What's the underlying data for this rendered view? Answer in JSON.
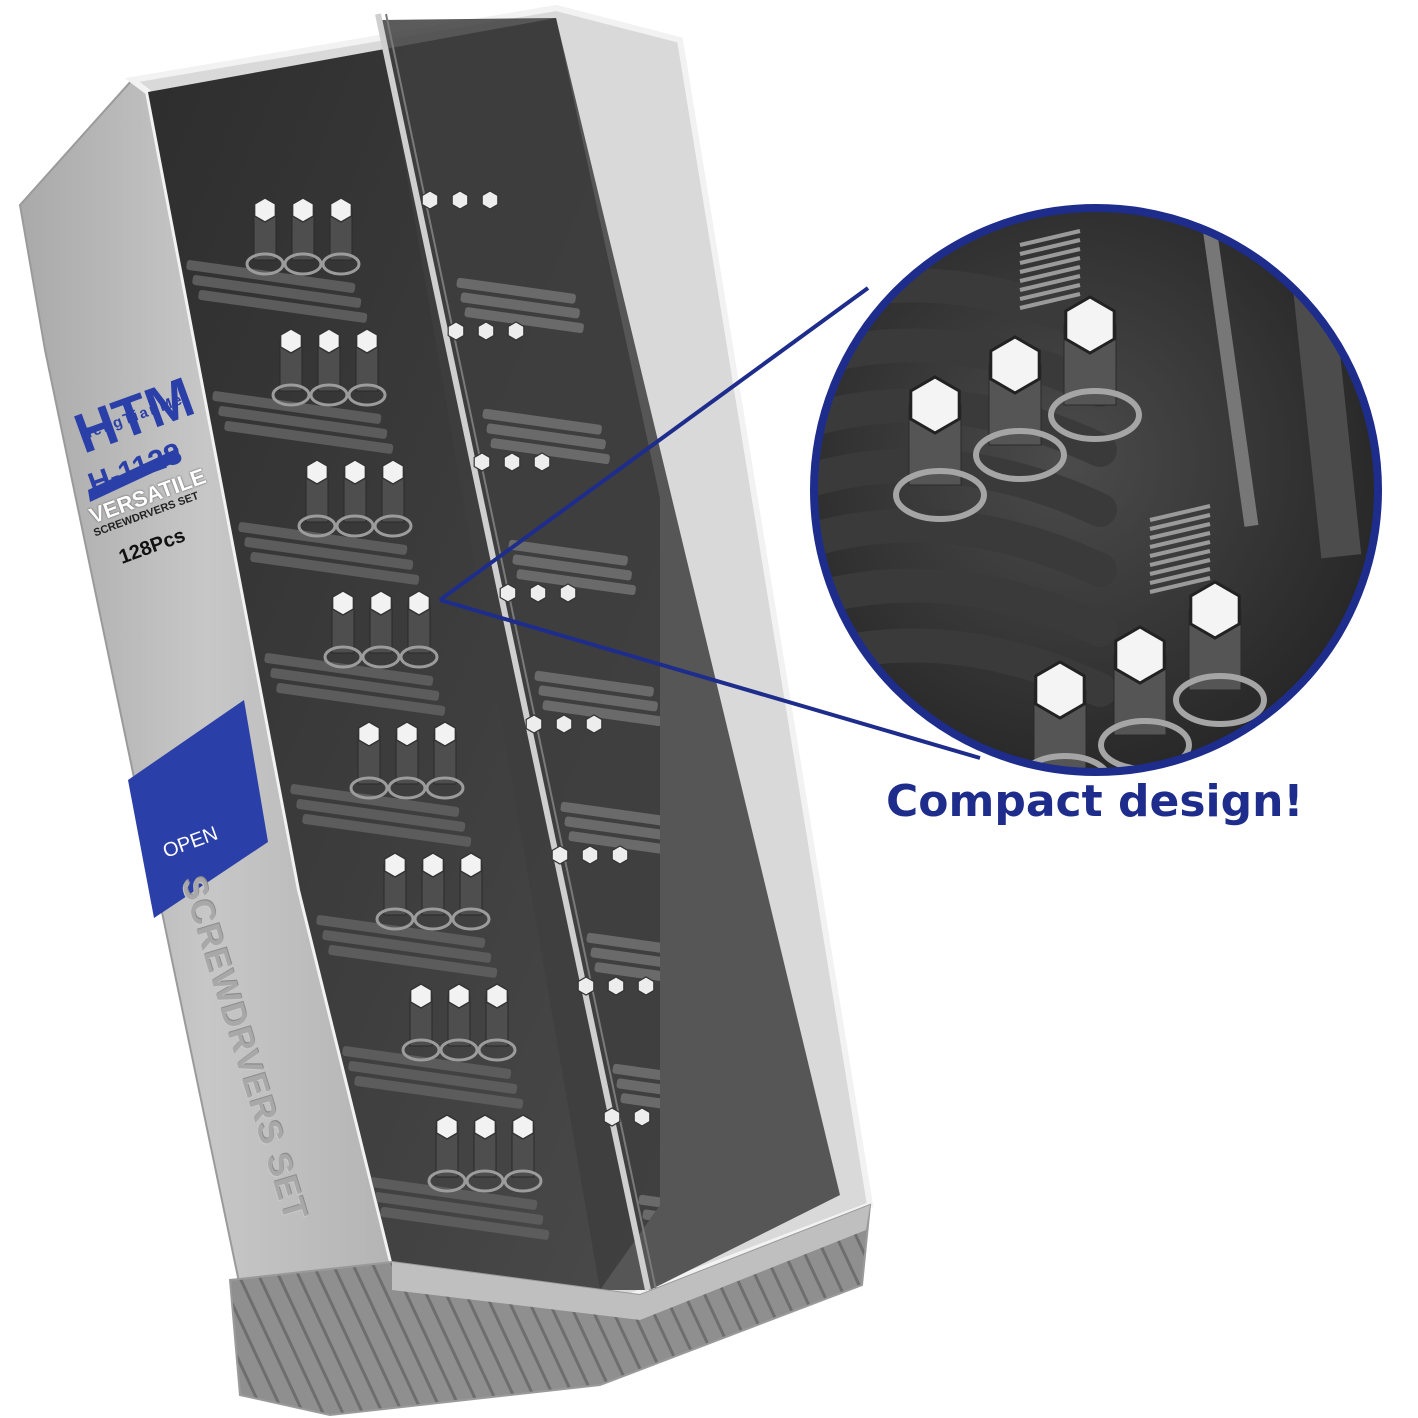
{
  "box": {
    "brand": "HTM",
    "brand_sub": "HengTianMei",
    "model": "H-1128",
    "line1": "VERSATILE",
    "line2": "SCREWDRVERS SET",
    "count": "128Pcs",
    "open_label": "OPEN",
    "embossed_text": "SCREWDRVERS SET"
  },
  "caption": "Compact design!",
  "colors": {
    "accent_blue": "#2b3fa8",
    "caption_blue": "#1e2d8c",
    "case_gray": "#bdbdbd",
    "interior_dark": "#3a3a3a"
  }
}
